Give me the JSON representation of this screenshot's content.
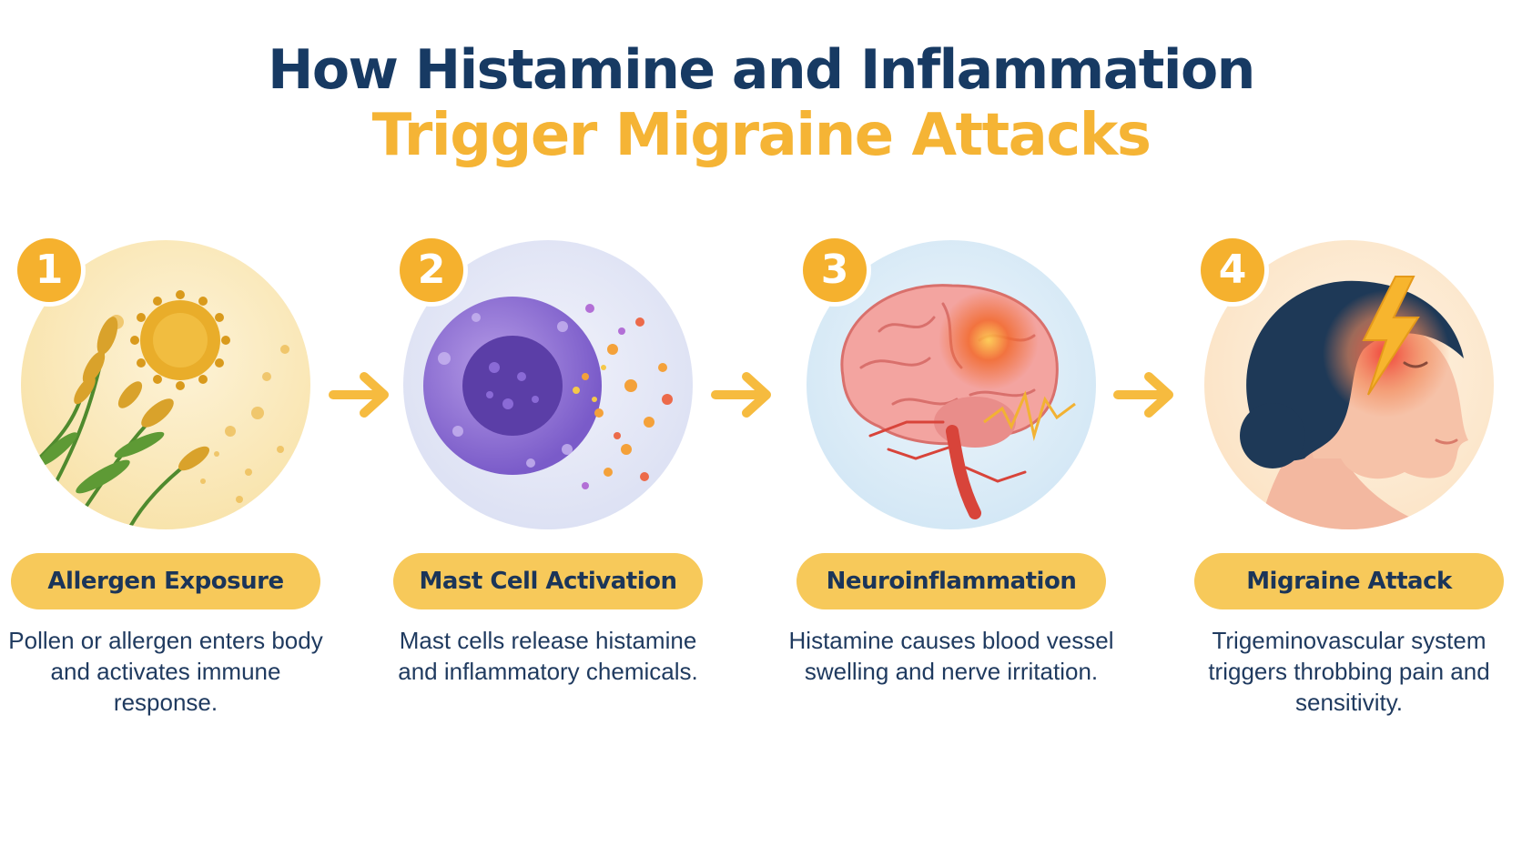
{
  "title": {
    "line1": "How Histamine and Inflammation",
    "line2": "Trigger Migraine Attacks"
  },
  "steps": [
    {
      "number": "1",
      "label": "Allergen Exposure",
      "description": "Pollen or allergen enters body and activates immune response.",
      "icon": "pollen-grass-icon"
    },
    {
      "number": "2",
      "label": "Mast Cell Activation",
      "description": "Mast cells release histamine and inflammatory chemicals.",
      "icon": "mast-cell-icon"
    },
    {
      "number": "3",
      "label": "Neuroinflammation",
      "description": "Histamine causes blood vessel swelling and nerve irritation.",
      "icon": "brain-inflammation-icon"
    },
    {
      "number": "4",
      "label": "Migraine Attack",
      "description": "Trigeminovascular system triggers throbbing pain and sensitivity.",
      "icon": "head-lightning-icon"
    }
  ],
  "colors": {
    "title_dark": "#173a63",
    "title_accent": "#f5b435",
    "badge": "#f5b12e",
    "pill": "#f7c95a",
    "arrow": "#f6bb3f",
    "text": "#1f3a5f"
  }
}
